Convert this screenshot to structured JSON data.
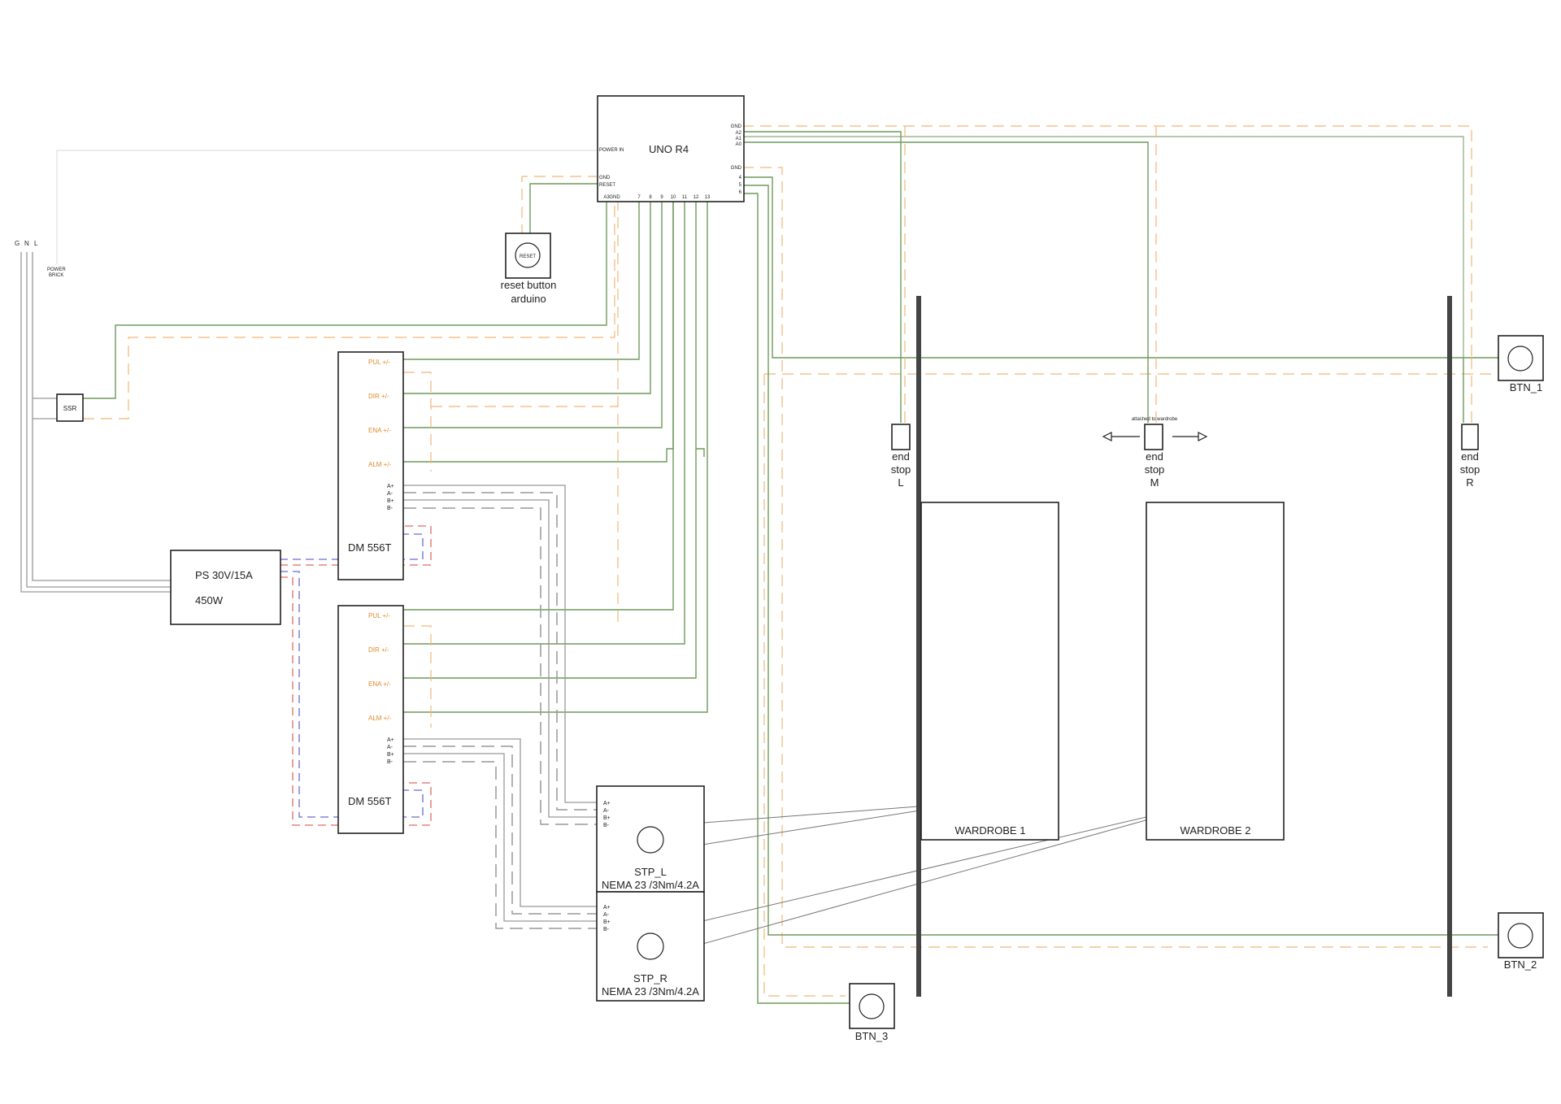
{
  "mains": {
    "g": "G",
    "n": "N",
    "l": "L",
    "power_brick": [
      "POWER",
      "BRICK"
    ]
  },
  "ssr": {
    "label": "SSR"
  },
  "psu": {
    "line1": "PS 30V/15A",
    "line2": "450W"
  },
  "uno": {
    "title": "UNO R4",
    "power_in": "POWER IN",
    "gnd": "GND",
    "reset": "RESET",
    "right_pins": [
      "GND",
      "A2",
      "A1",
      "A0",
      "GND",
      "4",
      "5",
      "6"
    ],
    "bottom_pins": [
      "A3",
      "GND",
      "7",
      "8",
      "9",
      "10",
      "11",
      "12",
      "13"
    ]
  },
  "reset_button": {
    "inner": "RESET",
    "caption1": "reset button",
    "caption2": "arduino"
  },
  "drivers": [
    {
      "name": "DM 556T",
      "pins": [
        "PUL +/-",
        "DIR +/-",
        "ENA +/-",
        "ALM +/-"
      ],
      "coil": [
        "A+",
        "A-",
        "B+",
        "B-"
      ]
    },
    {
      "name": "DM 556T",
      "pins": [
        "PUL +/-",
        "DIR +/-",
        "ENA +/-",
        "ALM +/-"
      ],
      "coil": [
        "A+",
        "A-",
        "B+",
        "B-"
      ]
    }
  ],
  "motors": [
    {
      "name": "STP_L",
      "spec": "NEMA 23 /3Nm/4.2A",
      "pins": [
        "A+",
        "A-",
        "B+",
        "B-"
      ]
    },
    {
      "name": "STP_R",
      "spec": "NEMA 23 /3Nm/4.2A",
      "pins": [
        "A+",
        "A-",
        "B+",
        "B-"
      ]
    }
  ],
  "end_stops": [
    {
      "l1": "end",
      "l2": "stop",
      "l3": "L"
    },
    {
      "l1": "end",
      "l2": "stop",
      "l3": "M"
    },
    {
      "l1": "end",
      "l2": "stop",
      "l3": "R"
    }
  ],
  "attached_note": "attached to wardrobe",
  "wardrobes": [
    "WARDROBE 1",
    "WARDROBE 2"
  ],
  "buttons": [
    "BTN_1",
    "BTN_2",
    "BTN_3"
  ],
  "colors": {
    "signal": "#6f9a5c",
    "ground_dashed": "#f0b878",
    "coil_wire": "#999999",
    "positive": "#e06a6a",
    "negative": "#6a6ad8",
    "pin_label": "#e08a2c"
  }
}
